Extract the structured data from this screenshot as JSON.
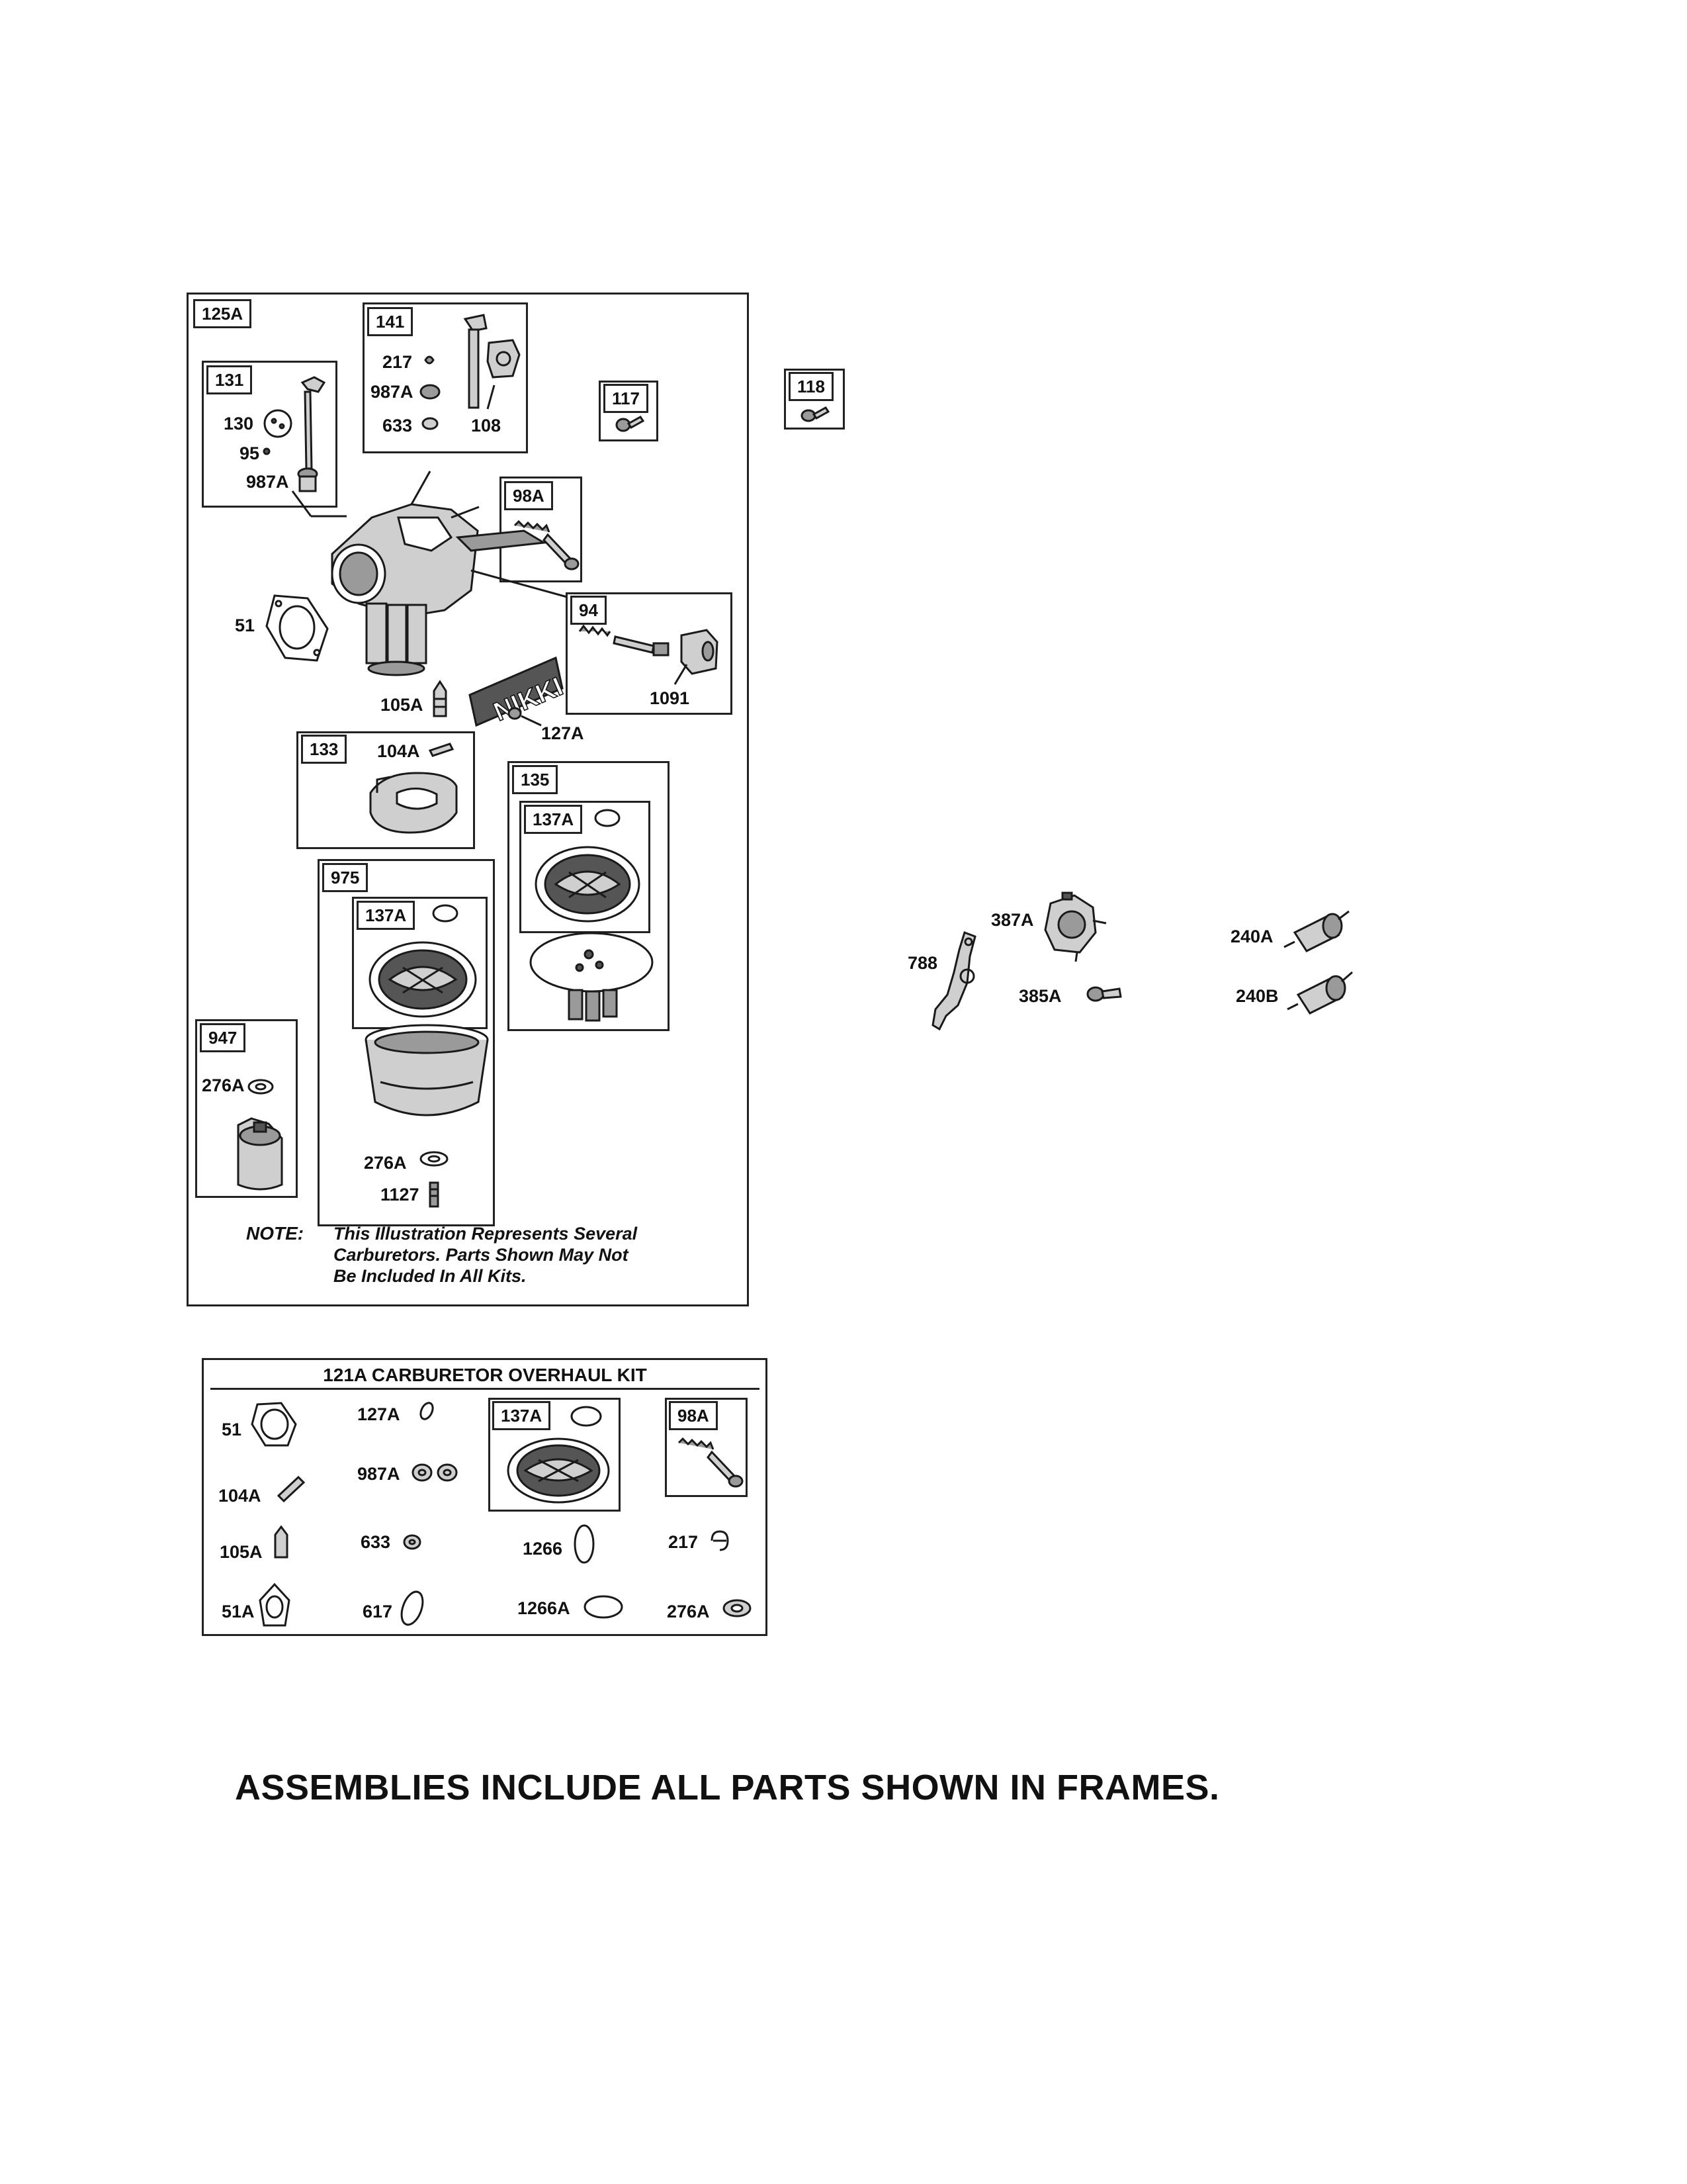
{
  "main_frame": {
    "tag": "125A"
  },
  "frames": {
    "f131": {
      "tag": "131",
      "labels": [
        "130",
        "95",
        "987A"
      ]
    },
    "f141": {
      "tag": "141",
      "labels": [
        "217",
        "987A",
        "633",
        "108"
      ]
    },
    "f117": {
      "tag": "117"
    },
    "f118": {
      "tag": "118"
    },
    "f98a": {
      "tag": "98A"
    },
    "f94": {
      "tag": "94",
      "labels": [
        "1091"
      ]
    },
    "f133": {
      "tag": "133",
      "labels": [
        "104A"
      ]
    },
    "f135": {
      "tag": "135",
      "inner_tag": "137A"
    },
    "f975": {
      "tag": "975",
      "inner_tag": "137A",
      "labels": [
        "276A",
        "1127"
      ]
    },
    "f947": {
      "tag": "947",
      "labels": [
        "276A"
      ]
    }
  },
  "loose_labels": {
    "gasket": "51",
    "needle": "105A",
    "screw": "127A",
    "brand": "NIKKI"
  },
  "note": {
    "head": "NOTE:",
    "lines": [
      "This Illustration Represents Several",
      "Carburetors. Parts Shown May Not",
      "Be Included In All Kits."
    ]
  },
  "right_parts": {
    "lever": "788",
    "pump": "387A",
    "screw": "385A",
    "filter_a": "240A",
    "filter_b": "240B"
  },
  "kit": {
    "title": "121A CARBURETOR OVERHAUL KIT",
    "tag_137a": "137A",
    "tag_98a": "98A",
    "labels": [
      "51",
      "104A",
      "105A",
      "51A",
      "127A",
      "987A",
      "633",
      "617",
      "1266",
      "1266A",
      "217",
      "276A"
    ]
  },
  "footer": "ASSEMBLIES INCLUDE ALL PARTS SHOWN IN FRAMES."
}
